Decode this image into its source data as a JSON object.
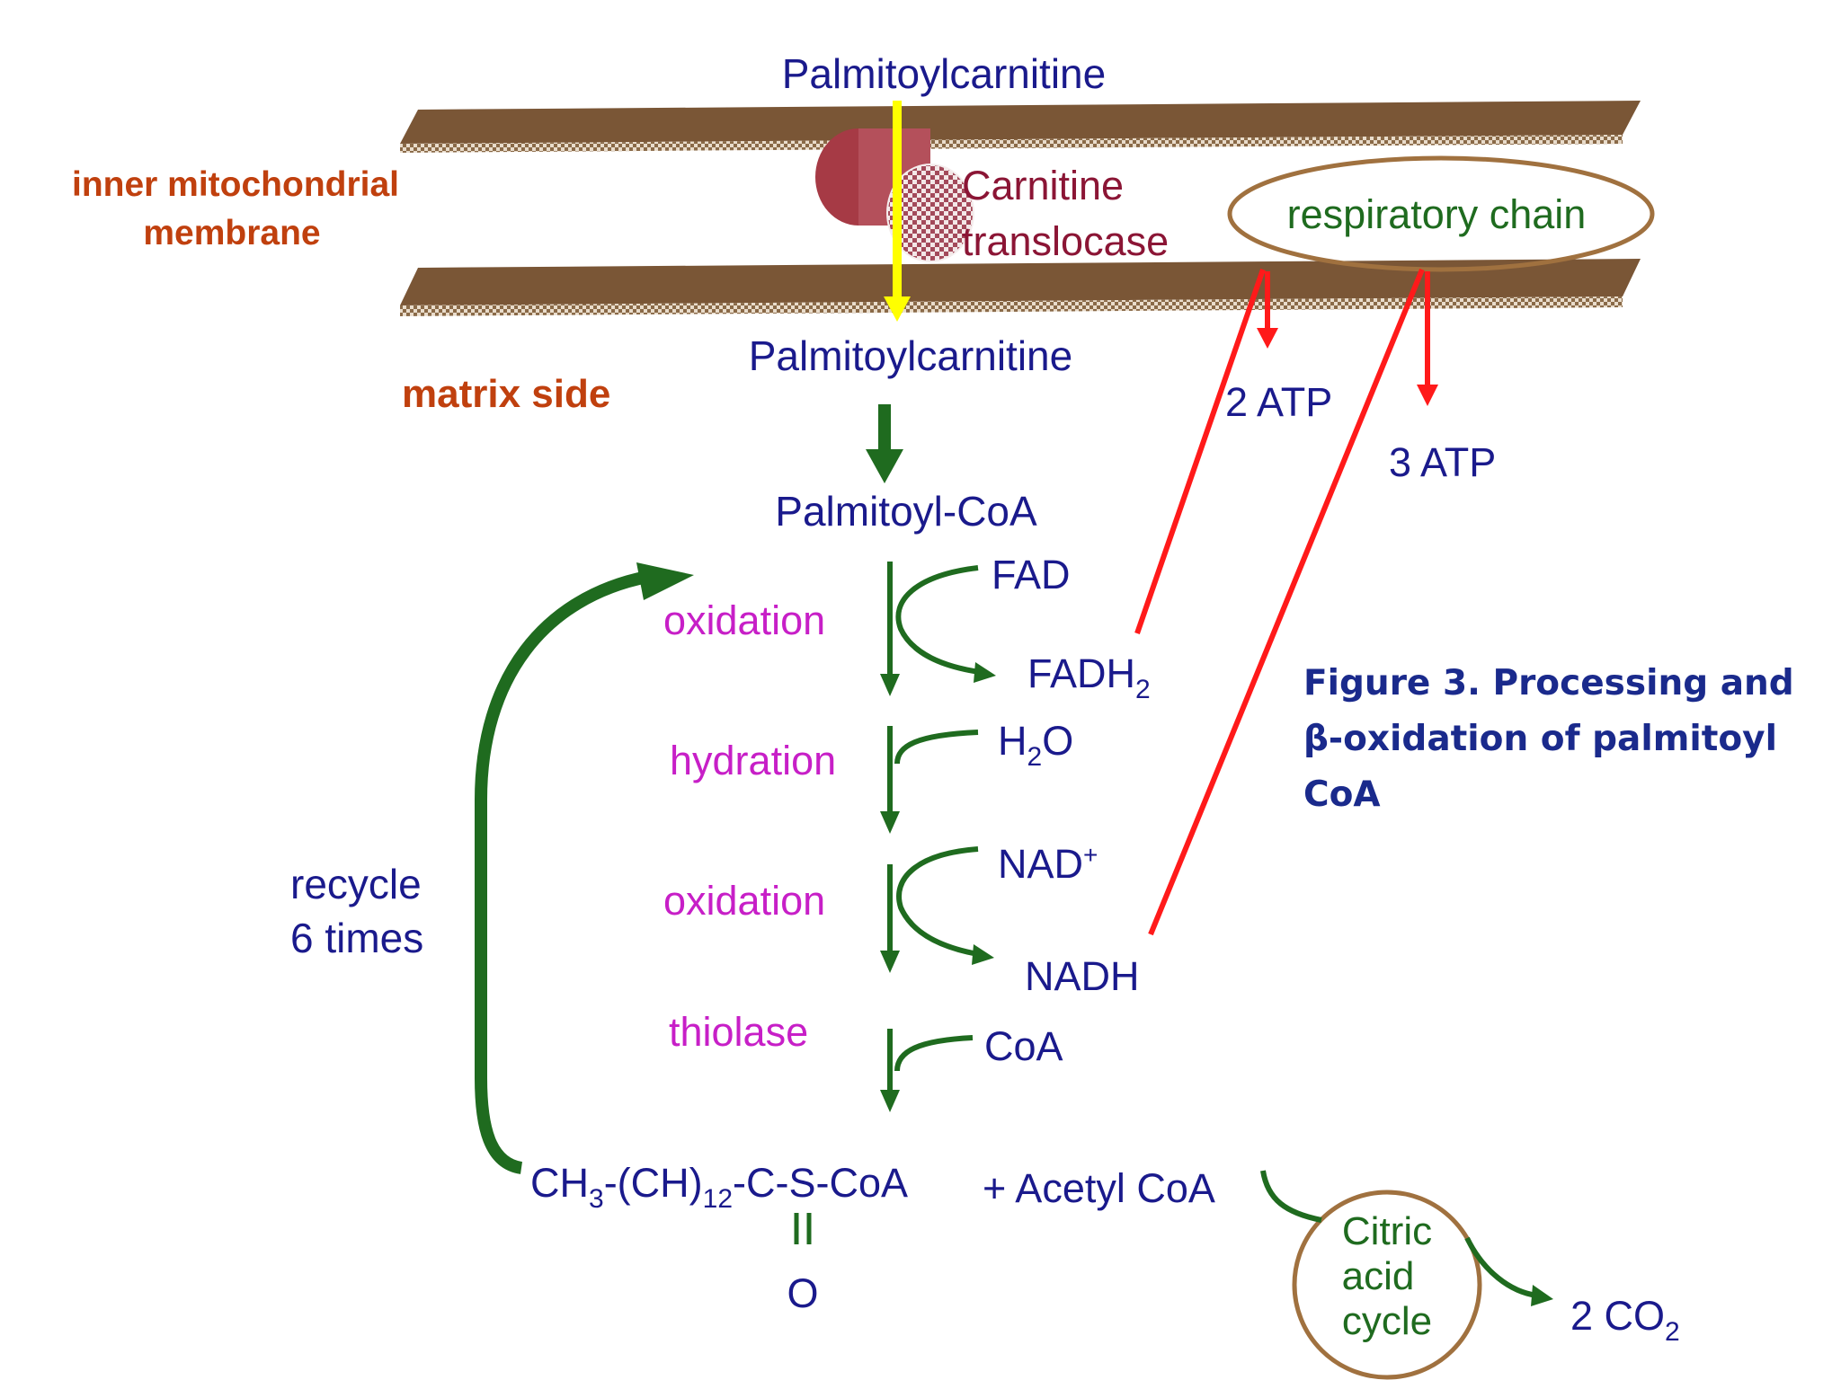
{
  "caption": {
    "line1": "Figure 3.  Processing and",
    "line2": "β-oxidation of palmitoyl",
    "line3": "CoA"
  },
  "membrane": {
    "label_line1": "inner mitochondrial",
    "label_line2": "membrane",
    "matrix_label": "matrix side"
  },
  "transport": {
    "outside_substrate": "Palmitoylcarnitine",
    "enzyme_line1": "Carnitine",
    "enzyme_line2": "translocase",
    "inside_substrate": "Palmitoylcarnitine",
    "activated": "Palmitoyl-CoA"
  },
  "respiratory": {
    "label": "respiratory chain",
    "atp_left": "2 ATP",
    "atp_right": "3 ATP"
  },
  "steps": [
    {
      "name": "oxidation",
      "input": "FAD",
      "output_main": "FADH",
      "output_sub": "2"
    },
    {
      "name": "hydration",
      "input_main": "H",
      "input_sub": "2",
      "input_tail": "O"
    },
    {
      "name": "oxidation",
      "input_main": "NAD",
      "input_sup": "+",
      "output": "NADH"
    },
    {
      "name": "thiolase",
      "input": "CoA"
    }
  ],
  "recycle": {
    "line1": "recycle",
    "line2": "6 times"
  },
  "product": {
    "p1": "CH",
    "s1": "3",
    "p2": "-(CH)",
    "s2": "12",
    "p3": "-C-S-CoA",
    "oxygen": "O",
    "acetyl": "+ Acetyl CoA"
  },
  "citric": {
    "line1": "Citric",
    "line2": "acid",
    "line3": "cycle"
  },
  "co2": {
    "main": "2 CO",
    "sub": "2"
  },
  "colors": {
    "navy": "#1a1a8c",
    "magenta": "#c71fc7",
    "green": "#1f6b1f",
    "red": "#ff1a1a",
    "yellow": "#ffff00",
    "brown": "#a0713f",
    "rust": "#c0400e"
  }
}
